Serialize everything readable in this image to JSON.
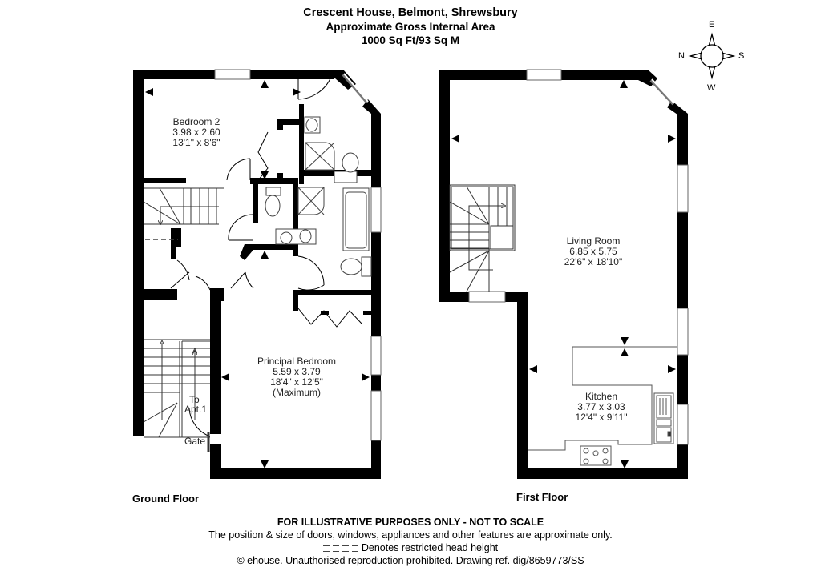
{
  "header": {
    "title": "Crescent House, Belmont, Shrewsbury",
    "subtitle": "Approximate Gross Internal Area",
    "area": "1000 Sq Ft/93 Sq M"
  },
  "compass": {
    "icon": "compass-rose-icon",
    "top": "E",
    "left": "N",
    "right": "S",
    "bottom": "W"
  },
  "ground_floor": {
    "label": "Ground Floor",
    "rooms": [
      {
        "name": "Bedroom 2",
        "metric": "3.98 x 2.60",
        "imperial": "13'1\" x 8'6\""
      },
      {
        "name": "Principal Bedroom",
        "metric": "5.59 x 3.79",
        "imperial": "18'4\" x 12'5\"",
        "note": "(Maximum)"
      }
    ],
    "annotations": {
      "stairs_to": "To",
      "stairs_dest": "Apt.1",
      "gate": "Gate"
    }
  },
  "first_floor": {
    "label": "First Floor",
    "rooms": [
      {
        "name": "Living Room",
        "metric": "6.85 x 5.75",
        "imperial": "22'6\" x 18'10\""
      },
      {
        "name": "Kitchen",
        "metric": "3.77 x 3.03",
        "imperial": "12'4\" x 9'11\""
      }
    ]
  },
  "footer": {
    "disclaimer": "FOR ILLUSTRATIVE PURPOSES ONLY - NOT TO SCALE",
    "note": "The position & size of doors, windows, appliances and other features are approximate only.",
    "legend": "Denotes restricted head height",
    "copyright": "© ehouse. Unauthorised reproduction prohibited. Drawing ref. dig/8659773/SS"
  },
  "colors": {
    "wall": "#000000",
    "fixture": "#555555",
    "window": "#ffffff"
  }
}
